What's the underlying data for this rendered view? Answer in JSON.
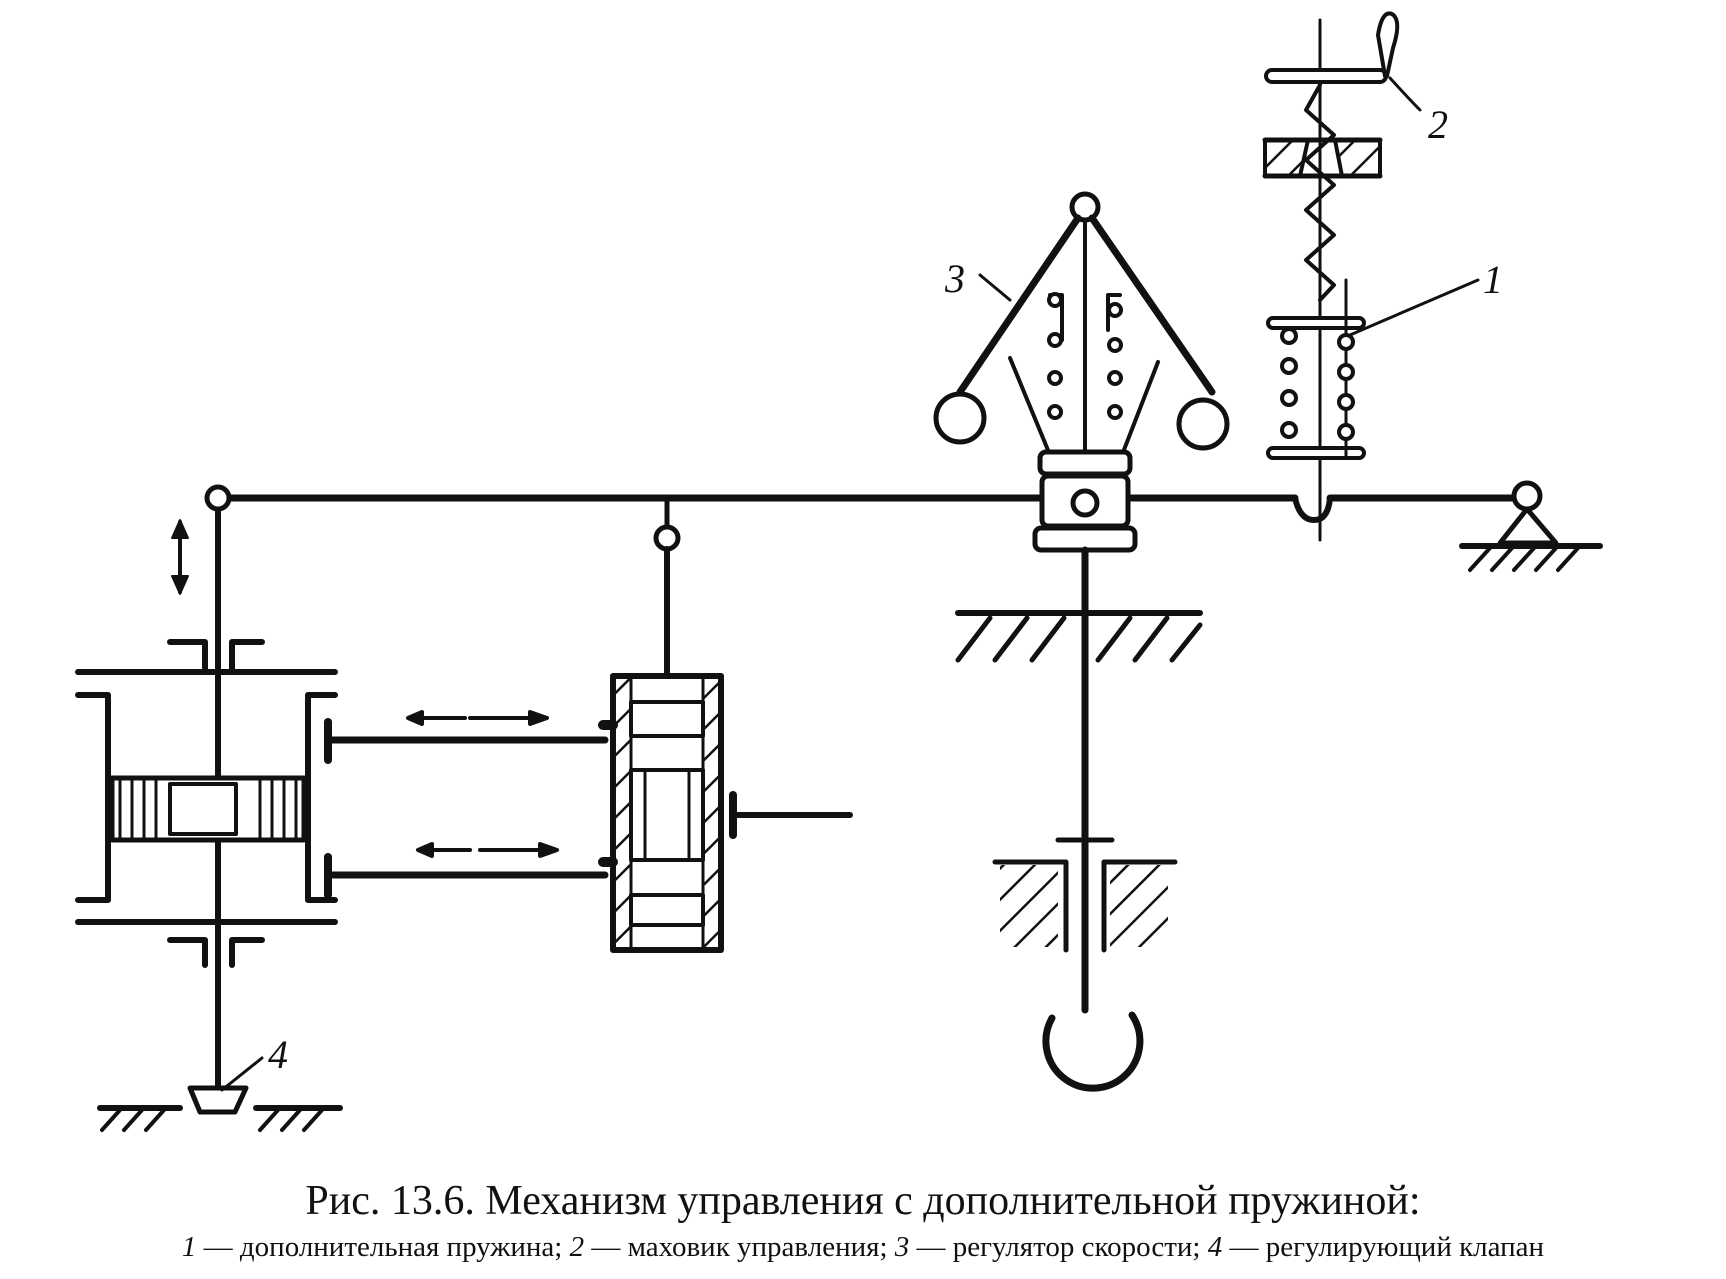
{
  "callouts": {
    "c1": "1",
    "c2": "2",
    "c3": "3",
    "c4": "4"
  },
  "caption": {
    "title": "Рис. 13.6. Механизм управления с дополнительной пружиной:",
    "legend": [
      {
        "num": "1",
        "text": " — дополнительная пружина; "
      },
      {
        "num": "2",
        "text": " — маховик управления; "
      },
      {
        "num": "3",
        "text": " — регулятор скорости; "
      },
      {
        "num": "4",
        "text": " — регулирующий клапан"
      }
    ]
  },
  "colors": {
    "ink": "#111111",
    "paper": "#ffffff"
  }
}
